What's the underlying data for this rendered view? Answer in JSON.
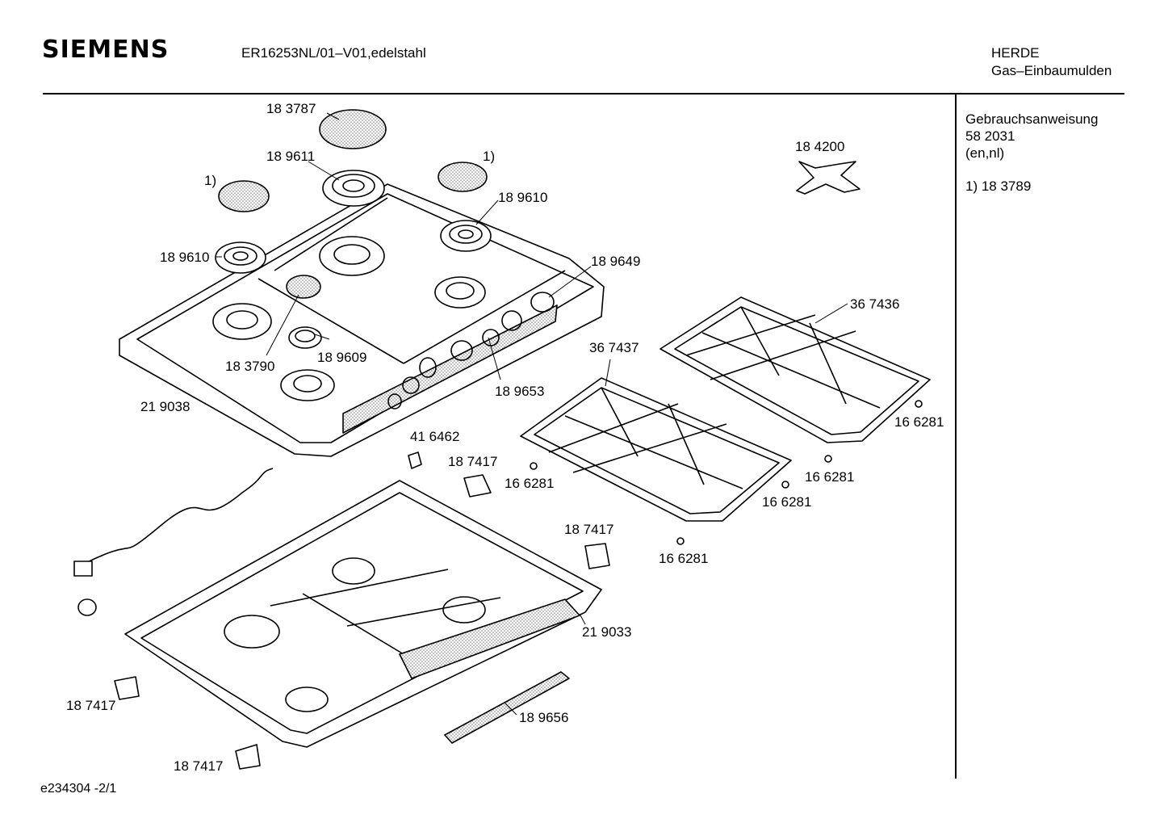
{
  "header": {
    "brand": "SIEMENS",
    "model": "ER16253NL/01–V01,edelstahl",
    "category_line1": "HERDE",
    "category_line2": "Gas–Einbaumulden"
  },
  "sidebar": {
    "manual_title": "Gebrauchsanweisung",
    "manual_number": "58 2031",
    "manual_languages": "(en,nl)",
    "footnote": "1)  18 3789"
  },
  "footer": {
    "doc_id": "e234304   -2/1"
  },
  "parts": {
    "p183787": "18 3787",
    "p189611": "18 9611",
    "fn_left": "1)",
    "fn_right": "1)",
    "p184200": "18 4200",
    "p189610_right": "18 9610",
    "p189610_left": "18 9610",
    "p189649": "18 9649",
    "p367436": "36 7436",
    "p367437": "36 7437",
    "p183790": "18 3790",
    "p189609": "18 9609",
    "p189653": "18 9653",
    "p219038": "21 9038",
    "p416462": "41 6462",
    "p187417_a": "18 7417",
    "p166281_a": "16 6281",
    "p166281_b": "16 6281",
    "p166281_c": "16 6281",
    "p166281_d": "16 6281",
    "p166281_e": "16 6281",
    "p187417_b": "18 7417",
    "p219033": "21 9033",
    "p187417_c": "18 7417",
    "p189656": "18 9656",
    "p187417_d": "18 7417"
  }
}
